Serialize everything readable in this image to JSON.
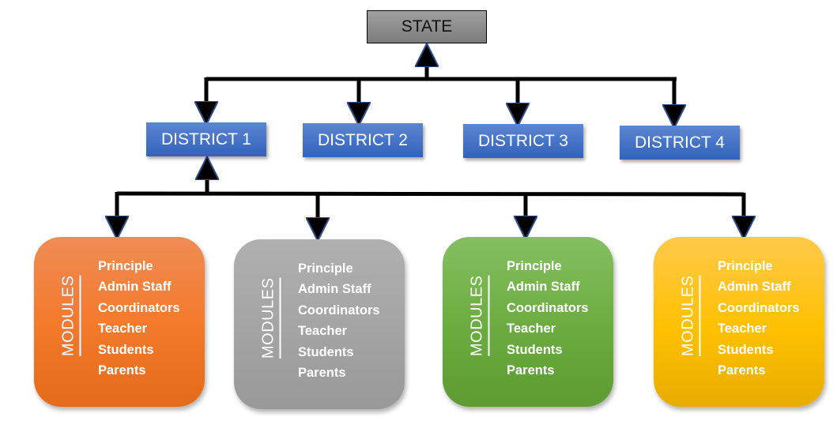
{
  "state": {
    "label": "STATE"
  },
  "districts": [
    {
      "label": "DISTRICT 1"
    },
    {
      "label": "DISTRICT 2"
    },
    {
      "label": "DISTRICT 3"
    },
    {
      "label": "DISTRICT 4"
    }
  ],
  "modules": [
    {
      "title": "MODULES",
      "color": "#f47a2c",
      "items": [
        "Principle",
        "Admin Staff",
        "Coordinators",
        "Teacher",
        "Students",
        "Parents"
      ]
    },
    {
      "title": "MODULES",
      "color": "#a5a5a5",
      "items": [
        "Principle",
        "Admin Staff",
        "Coordinators",
        "Teacher",
        "Students",
        "Parents"
      ]
    },
    {
      "title": "MODULES",
      "color": "#6aab3f",
      "items": [
        "Principle",
        "Admin Staff",
        "Coordinators",
        "Teacher",
        "Students",
        "Parents"
      ]
    },
    {
      "title": "MODULES",
      "color": "#ffc000",
      "items": [
        "Principle",
        "Admin Staff",
        "Coordinators",
        "Teacher",
        "Students",
        "Parents"
      ]
    }
  ]
}
